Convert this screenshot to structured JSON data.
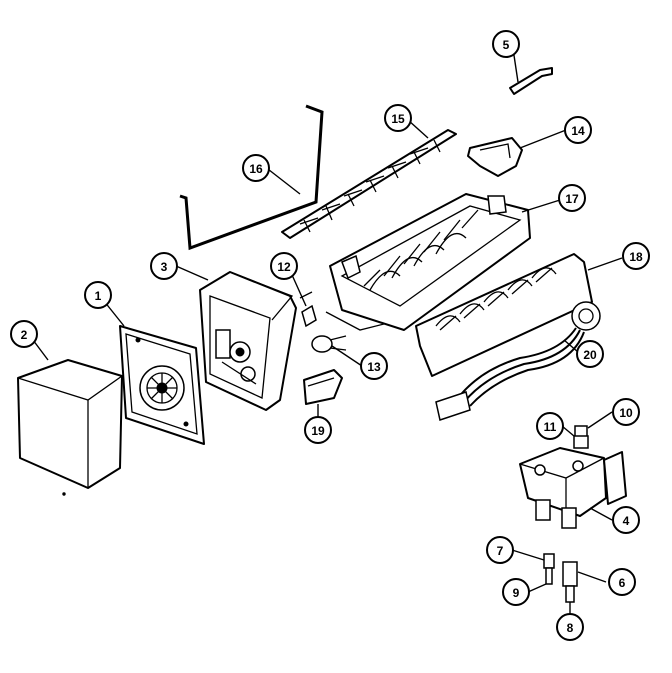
{
  "diagram": {
    "callouts": [
      {
        "id": "c1",
        "label": "1"
      },
      {
        "id": "c2",
        "label": "2"
      },
      {
        "id": "c3",
        "label": "3"
      },
      {
        "id": "c4",
        "label": "4"
      },
      {
        "id": "c5",
        "label": "5"
      },
      {
        "id": "c6",
        "label": "6"
      },
      {
        "id": "c7",
        "label": "7"
      },
      {
        "id": "c8",
        "label": "8"
      },
      {
        "id": "c9",
        "label": "9"
      },
      {
        "id": "c10",
        "label": "10"
      },
      {
        "id": "c11",
        "label": "11"
      },
      {
        "id": "c12",
        "label": "12"
      },
      {
        "id": "c13",
        "label": "13"
      },
      {
        "id": "c14",
        "label": "14"
      },
      {
        "id": "c15",
        "label": "15"
      },
      {
        "id": "c16",
        "label": "16"
      },
      {
        "id": "c17",
        "label": "17"
      },
      {
        "id": "c18",
        "label": "18"
      },
      {
        "id": "c19",
        "label": "19"
      },
      {
        "id": "c20",
        "label": "20"
      }
    ],
    "colors": {
      "line": "#000000",
      "background": "#ffffff"
    }
  }
}
